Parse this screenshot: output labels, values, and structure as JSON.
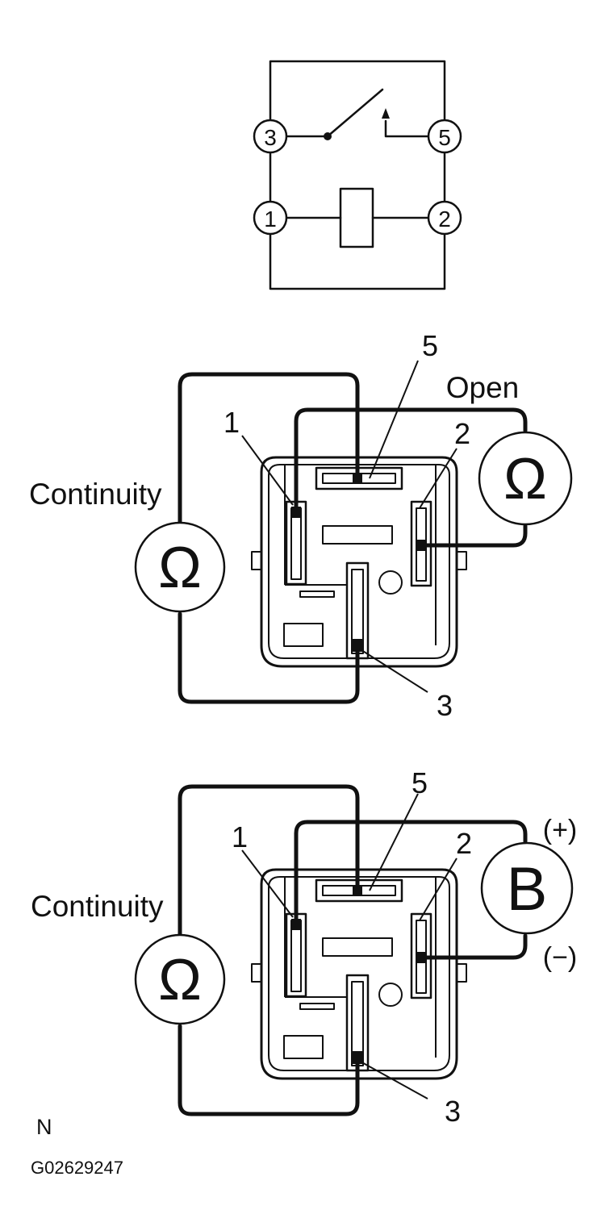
{
  "schematic": {
    "terminals": [
      "3",
      "5",
      "1",
      "2"
    ]
  },
  "test_open": {
    "terminal_labels": [
      "5",
      "1",
      "2",
      "3"
    ],
    "left_meter": {
      "symbol": "Ω",
      "label": "Continuity"
    },
    "right_meter": {
      "symbol": "Ω",
      "label": "Open"
    }
  },
  "test_energized": {
    "terminal_labels": [
      "5",
      "1",
      "2",
      "3"
    ],
    "left_meter": {
      "symbol": "Ω",
      "label": "Continuity"
    },
    "battery": {
      "symbol": "B",
      "positive": "(+)",
      "negative": "(−)"
    }
  },
  "footer": {
    "marker": "N",
    "figure_code": "G02629247"
  }
}
